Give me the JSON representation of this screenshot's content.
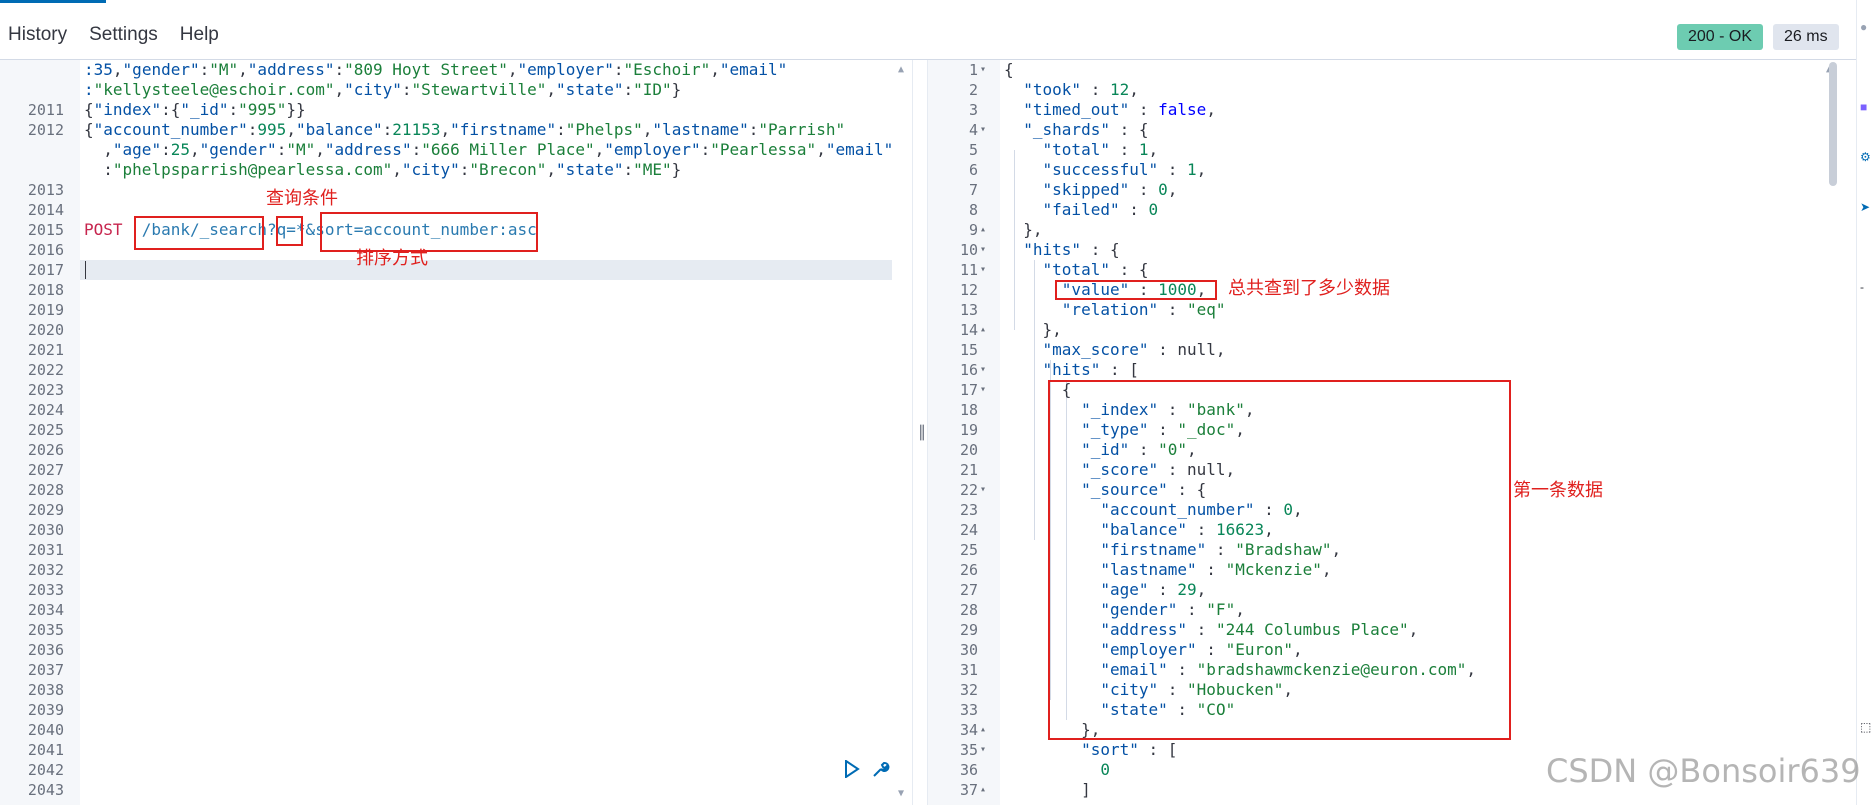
{
  "menu": {
    "history": "History",
    "settings": "Settings",
    "help": "Help"
  },
  "status": {
    "code": "200 - OK",
    "time": "26 ms"
  },
  "annotations": {
    "query_condition": "查询条件",
    "sort_method": "排序方式",
    "total_found": "总共查到了多少数据",
    "first_record": "第一条数据"
  },
  "watermark": "CSDN @Bonsoir639",
  "left_lines": [
    {
      "n": "",
      "html": "<span class=\"k\">:35</span>,<span class=\"k\">\"gender\"</span>:<span class=\"s\">\"M\"</span>,<span class=\"k\">\"address\"</span>:<span class=\"s\">\"809 Hoyt Street\"</span>,<span class=\"k\">\"employer\"</span>:<span class=\"s\">\"Eschoir\"</span>,<span class=\"k\">\"email\"</span>"
    },
    {
      "n": "",
      "html": "<span class=\"k\">:</span><span class=\"s\">\"kellysteele@eschoir.com\"</span>,<span class=\"k\">\"city\"</span>:<span class=\"s\">\"Stewartville\"</span>,<span class=\"k\">\"state\"</span>:<span class=\"s\">\"ID\"</span>}"
    },
    {
      "n": "2011",
      "html": "{<span class=\"k\">\"index\"</span>:{<span class=\"k\">\"_id\"</span>:<span class=\"s\">\"995\"</span>}}"
    },
    {
      "n": "2012",
      "html": "{<span class=\"k\">\"account_number\"</span>:<span class=\"n\">995</span>,<span class=\"k\">\"balance\"</span>:<span class=\"n\">21153</span>,<span class=\"k\">\"firstname\"</span>:<span class=\"s\">\"Phelps\"</span>,<span class=\"k\">\"lastname\"</span>:<span class=\"s\">\"Parrish\"</span>"
    },
    {
      "n": "",
      "html": "  ,<span class=\"k\">\"age\"</span>:<span class=\"n\">25</span>,<span class=\"k\">\"gender\"</span>:<span class=\"s\">\"M\"</span>,<span class=\"k\">\"address\"</span>:<span class=\"s\">\"666 Miller Place\"</span>,<span class=\"k\">\"employer\"</span>:<span class=\"s\">\"Pearlessa\"</span>,<span class=\"k\">\"email\"</span>"
    },
    {
      "n": "",
      "html": "  :<span class=\"s\">\"phelpsparrish@pearlessa.com\"</span>,<span class=\"k\">\"city\"</span>:<span class=\"s\">\"Brecon\"</span>,<span class=\"k\">\"state\"</span>:<span class=\"s\">\"ME\"</span>}"
    },
    {
      "n": "2013",
      "html": ""
    },
    {
      "n": "2014",
      "html": ""
    },
    {
      "n": "2015",
      "html": "<span class=\"m\">POST</span>  <span class=\"u\">/bank/_search?q=*&amp;sort=account_number:asc</span>"
    },
    {
      "n": "2016",
      "html": ""
    },
    {
      "n": "2017",
      "html": ""
    },
    {
      "n": "2018",
      "html": ""
    },
    {
      "n": "2019",
      "html": ""
    },
    {
      "n": "2020",
      "html": ""
    },
    {
      "n": "2021",
      "html": ""
    },
    {
      "n": "2022",
      "html": ""
    },
    {
      "n": "2023",
      "html": ""
    },
    {
      "n": "2024",
      "html": ""
    },
    {
      "n": "2025",
      "html": ""
    },
    {
      "n": "2026",
      "html": ""
    },
    {
      "n": "2027",
      "html": ""
    },
    {
      "n": "2028",
      "html": ""
    },
    {
      "n": "2029",
      "html": ""
    },
    {
      "n": "2030",
      "html": ""
    },
    {
      "n": "2031",
      "html": ""
    },
    {
      "n": "2032",
      "html": ""
    },
    {
      "n": "2033",
      "html": ""
    },
    {
      "n": "2034",
      "html": ""
    },
    {
      "n": "2035",
      "html": ""
    },
    {
      "n": "2036",
      "html": ""
    },
    {
      "n": "2037",
      "html": ""
    },
    {
      "n": "2038",
      "html": ""
    },
    {
      "n": "2039",
      "html": ""
    },
    {
      "n": "2040",
      "html": ""
    },
    {
      "n": "2041",
      "html": ""
    },
    {
      "n": "2042",
      "html": ""
    },
    {
      "n": "2043",
      "html": ""
    }
  ],
  "right_lines": [
    {
      "n": "1",
      "f": "▾",
      "html": "{"
    },
    {
      "n": "2",
      "f": "",
      "html": "  <span class=\"k\">\"took\"</span> : <span class=\"n\">12</span>,"
    },
    {
      "n": "3",
      "f": "",
      "html": "  <span class=\"k\">\"timed_out\"</span> : <span class=\"b\">false</span>,"
    },
    {
      "n": "4",
      "f": "▾",
      "html": "  <span class=\"k\">\"_shards\"</span> : {"
    },
    {
      "n": "5",
      "f": "",
      "html": "    <span class=\"k\">\"total\"</span> : <span class=\"n\">1</span>,"
    },
    {
      "n": "6",
      "f": "",
      "html": "    <span class=\"k\">\"successful\"</span> : <span class=\"n\">1</span>,"
    },
    {
      "n": "7",
      "f": "",
      "html": "    <span class=\"k\">\"skipped\"</span> : <span class=\"n\">0</span>,"
    },
    {
      "n": "8",
      "f": "",
      "html": "    <span class=\"k\">\"failed\"</span> : <span class=\"n\">0</span>"
    },
    {
      "n": "9",
      "f": "▴",
      "html": "  },"
    },
    {
      "n": "10",
      "f": "▾",
      "html": "  <span class=\"k\">\"hits\"</span> : {"
    },
    {
      "n": "11",
      "f": "▾",
      "html": "    <span class=\"k\">\"total\"</span> : {"
    },
    {
      "n": "12",
      "f": "",
      "html": "      <span class=\"k\">\"value\"</span> : <span class=\"n\">1000</span>,"
    },
    {
      "n": "13",
      "f": "",
      "html": "      <span class=\"k\">\"relation\"</span> : <span class=\"s\">\"eq\"</span>"
    },
    {
      "n": "14",
      "f": "▴",
      "html": "    },"
    },
    {
      "n": "15",
      "f": "",
      "html": "    <span class=\"k\">\"max_score\"</span> : null,"
    },
    {
      "n": "16",
      "f": "▾",
      "html": "    <span class=\"k\">\"hits\"</span> : ["
    },
    {
      "n": "17",
      "f": "▾",
      "html": "      {"
    },
    {
      "n": "18",
      "f": "",
      "html": "        <span class=\"k\">\"_index\"</span> : <span class=\"s\">\"bank\"</span>,"
    },
    {
      "n": "19",
      "f": "",
      "html": "        <span class=\"k\">\"_type\"</span> : <span class=\"s\">\"_doc\"</span>,"
    },
    {
      "n": "20",
      "f": "",
      "html": "        <span class=\"k\">\"_id\"</span> : <span class=\"s\">\"0\"</span>,"
    },
    {
      "n": "21",
      "f": "",
      "html": "        <span class=\"k\">\"_score\"</span> : null,"
    },
    {
      "n": "22",
      "f": "▾",
      "html": "        <span class=\"k\">\"_source\"</span> : {"
    },
    {
      "n": "23",
      "f": "",
      "html": "          <span class=\"k\">\"account_number\"</span> : <span class=\"n\">0</span>,"
    },
    {
      "n": "24",
      "f": "",
      "html": "          <span class=\"k\">\"balance\"</span> : <span class=\"n\">16623</span>,"
    },
    {
      "n": "25",
      "f": "",
      "html": "          <span class=\"k\">\"firstname\"</span> : <span class=\"s\">\"Bradshaw\"</span>,"
    },
    {
      "n": "26",
      "f": "",
      "html": "          <span class=\"k\">\"lastname\"</span> : <span class=\"s\">\"Mckenzie\"</span>,"
    },
    {
      "n": "27",
      "f": "",
      "html": "          <span class=\"k\">\"age\"</span> : <span class=\"n\">29</span>,"
    },
    {
      "n": "28",
      "f": "",
      "html": "          <span class=\"k\">\"gender\"</span> : <span class=\"s\">\"F\"</span>,"
    },
    {
      "n": "29",
      "f": "",
      "html": "          <span class=\"k\">\"address\"</span> : <span class=\"s\">\"244 Columbus Place\"</span>,"
    },
    {
      "n": "30",
      "f": "",
      "html": "          <span class=\"k\">\"employer\"</span> : <span class=\"s\">\"Euron\"</span>,"
    },
    {
      "n": "31",
      "f": "",
      "html": "          <span class=\"k\">\"email\"</span> : <span class=\"s\">\"bradshawmckenzie@euron.com\"</span>,"
    },
    {
      "n": "32",
      "f": "",
      "html": "          <span class=\"k\">\"city\"</span> : <span class=\"s\">\"Hobucken\"</span>,"
    },
    {
      "n": "33",
      "f": "",
      "html": "          <span class=\"k\">\"state\"</span> : <span class=\"s\">\"CO\"</span>"
    },
    {
      "n": "34",
      "f": "▴",
      "html": "        },"
    },
    {
      "n": "35",
      "f": "▾",
      "html": "        <span class=\"k\">\"sort\"</span> : ["
    },
    {
      "n": "36",
      "f": "",
      "html": "          <span class=\"n\">0</span>"
    },
    {
      "n": "37",
      "f": "▴",
      "html": "        ]"
    }
  ],
  "icons": {
    "play": "play-icon",
    "wrench": "wrench-icon",
    "split": "split-handle-icon"
  }
}
